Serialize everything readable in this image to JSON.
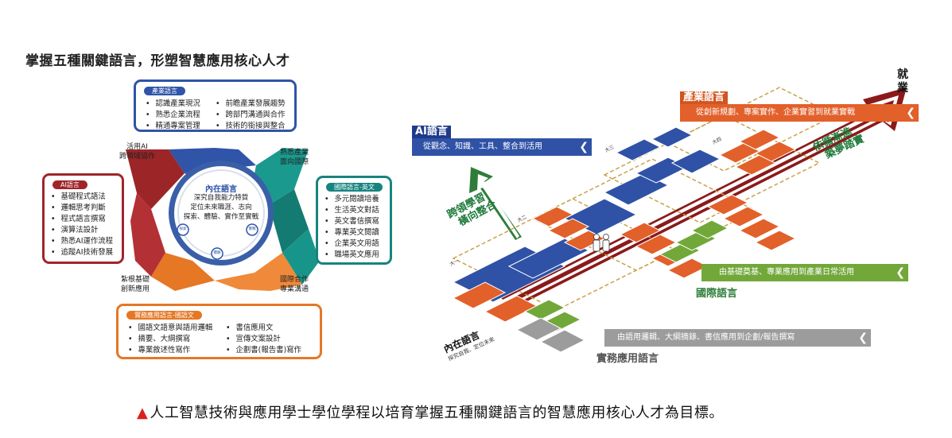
{
  "heading": "掌握五種關鍵語言，形塑智慧應用核心人才",
  "caption": {
    "marker": "▲",
    "text": "人工智慧技術與應用學士學位學程以培育掌握五種關鍵語言的智慧應用核心人才為目標。"
  },
  "left_diagram": {
    "industry_box": {
      "title": "產業語言",
      "col1": [
        "認識產業現況",
        "熟悉企業流程",
        "精通專案管理"
      ],
      "col2": [
        "前瞻產業發展趨勢",
        "跨部門溝通與合作",
        "技術的銜接與整合"
      ]
    },
    "ai_box": {
      "title": "AI語言",
      "items": [
        "基礎程式語法",
        "邏輯思考判斷",
        "程式語言撰寫",
        "演算法設計",
        "熟悉AI運作流程",
        "追蹤AI技術發展"
      ]
    },
    "intl_box": {
      "title": "國際語言-英文",
      "items": [
        "多元閱讀培養",
        "生活英文對話",
        "英文書信撰寫",
        "專業英文閱讀",
        "企業英文用語",
        "職場英文應用"
      ]
    },
    "practical_box": {
      "title": "實務應用語言-國語文",
      "col1": [
        "國語文語意與語用邏輯",
        "摘要、大綱撰寫",
        "專業敘述性寫作"
      ],
      "col2": [
        "書信應用文",
        "宣傳文案設計",
        "企劃書(報告書)寫作"
      ]
    },
    "corners": {
      "top_left": [
        "活用AI",
        "跨領域協作"
      ],
      "top_right": [
        "熟悉產業",
        "面向國際"
      ],
      "bottom_left": [
        "紮根基礎",
        "創新應用"
      ],
      "bottom_right": [
        "國際合作",
        "專業溝通"
      ]
    },
    "center": {
      "title": "內在語言",
      "lines": [
        "深究自我能力特質",
        "定位未來職涯、志向",
        "探索、體驗、實作至實戰"
      ],
      "badges": [
        "探索",
        "體驗",
        "實戰"
      ]
    },
    "colors": {
      "blue": "#2f54a8",
      "red": "#a0252a",
      "teal": "#17847f",
      "orange": "#e57725"
    }
  },
  "right_diagram": {
    "ai_title": "AI語言",
    "ai_desc": "從觀念、知識、工具、整合到活用",
    "industry_title": "產業語言",
    "industry_desc": "從創新規劃、專案實作、企業實習到就業實戰",
    "employment": "就業",
    "stepwise": [
      "依循漸進",
      "築夢踏實"
    ],
    "cross_domain": [
      "跨領學習",
      "橫向整合"
    ],
    "intl_desc": "由基礎奠基、專業應用到產業日常活用",
    "intl_title": "國際語言",
    "practical_desc": "由語用邏輯、大綱摘錄、書信應用到企劃/報告撰寫",
    "practical_title": "實務應用語言",
    "inner_title": "內在語言",
    "inner_sub": "探究自我、定位未來",
    "years": [
      "大一",
      "大二",
      "大三",
      "大四"
    ],
    "colors": {
      "blue": "#2f52a6",
      "orange": "#e2602a",
      "green": "#72a83a",
      "gray": "#9c9c9c",
      "dark_red": "#8b1a1a",
      "dark_green": "#2e7d3a"
    }
  }
}
